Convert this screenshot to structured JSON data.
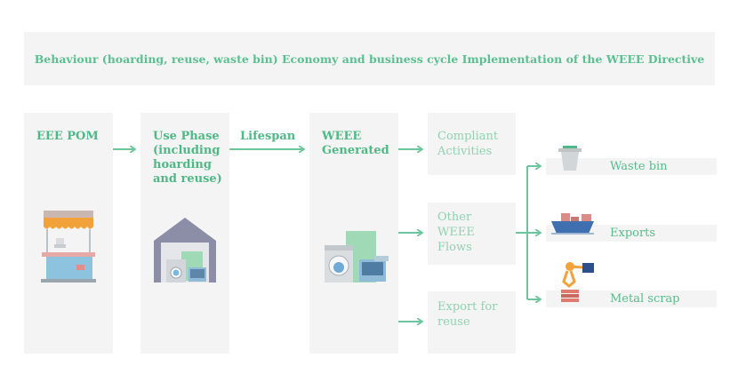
{
  "banner": {
    "title": "Behaviour (hoarding, reuse, waste bin) Economy and business cycle Implementation of the WEEE Directive"
  },
  "stages": {
    "eee_pom": "EEE POM",
    "use_phase": "Use Phase (including hoarding and reuse)",
    "lifespan": "Lifespan",
    "weee_generated": "WEEE Generated"
  },
  "flows": {
    "compliant": "Compliant Activities",
    "other": "Other WEEE Flows",
    "export_reuse": "Export for reuse"
  },
  "outcomes": {
    "waste_bin": "Waste bin",
    "exports": "Exports",
    "metal_scrap": "Metal scrap"
  },
  "colors": {
    "accent": "#5bbf91",
    "panel": "#f3f4f3",
    "arrow": "#6cc59c"
  }
}
